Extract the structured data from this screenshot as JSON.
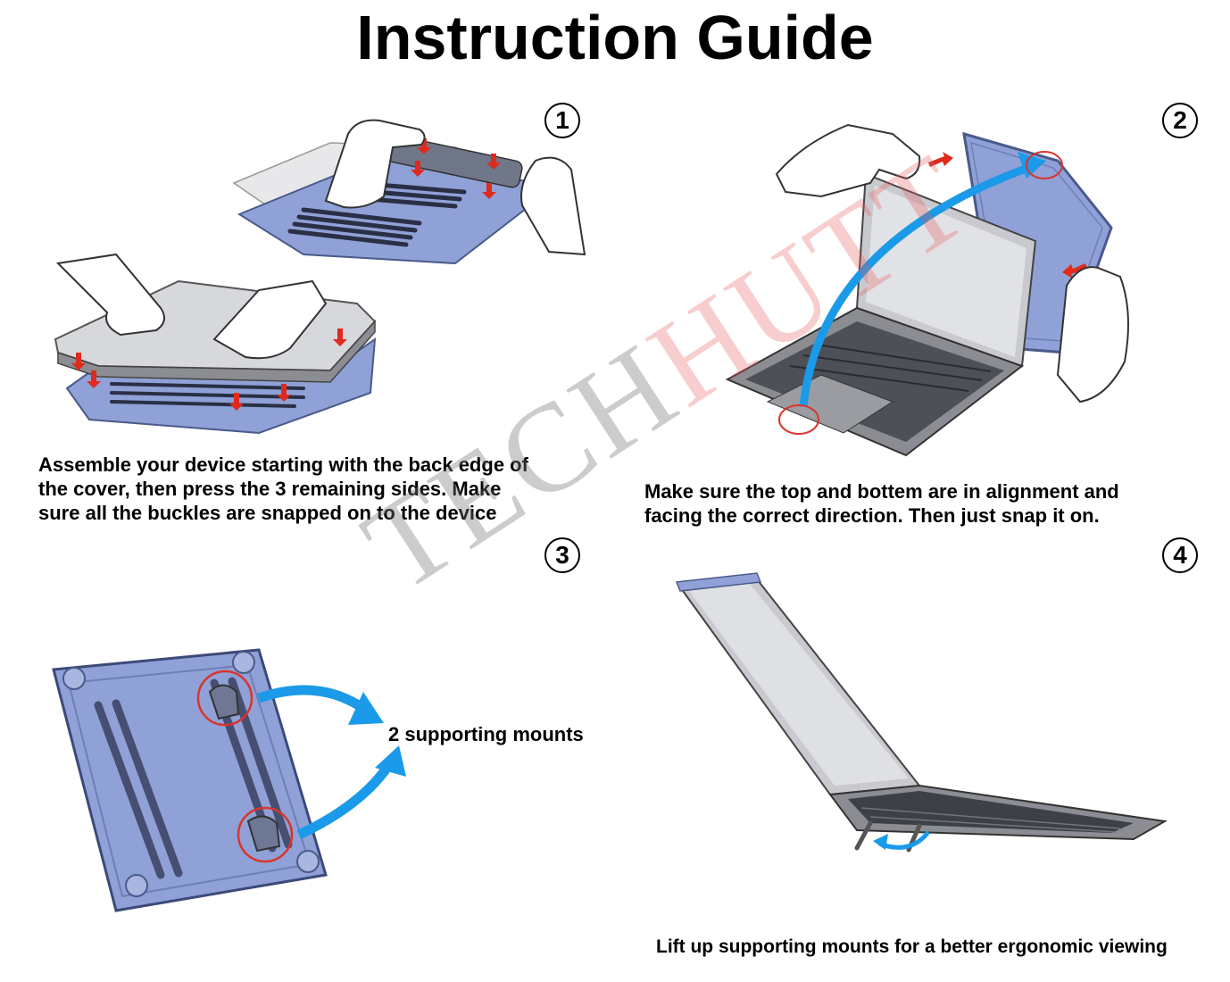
{
  "title": "Instruction Guide",
  "steps": [
    {
      "number": "1",
      "caption_lines": [
        "Assemble your device starting with the back edge of",
        "the cover, then press the 3 remaining sides. Make",
        "sure all the buckles are snapped on to the device"
      ]
    },
    {
      "number": "2",
      "caption_lines": [
        "Make sure the top and bottem are in alignment and",
        "facing the correct direction. Then just snap it on."
      ]
    },
    {
      "number": "3",
      "label": "2 supporting mounts"
    },
    {
      "number": "4",
      "caption": "Lift up supporting mounts for a better ergonomic viewing"
    }
  ],
  "watermark": {
    "part_a": "TECH",
    "part_b": "HUTT"
  },
  "colors": {
    "case_blue": "#8fa1d6",
    "arrow_blue": "#1a9ae8",
    "marker_red": "#d9342b",
    "press_arrow_red": "#e02a1e"
  }
}
